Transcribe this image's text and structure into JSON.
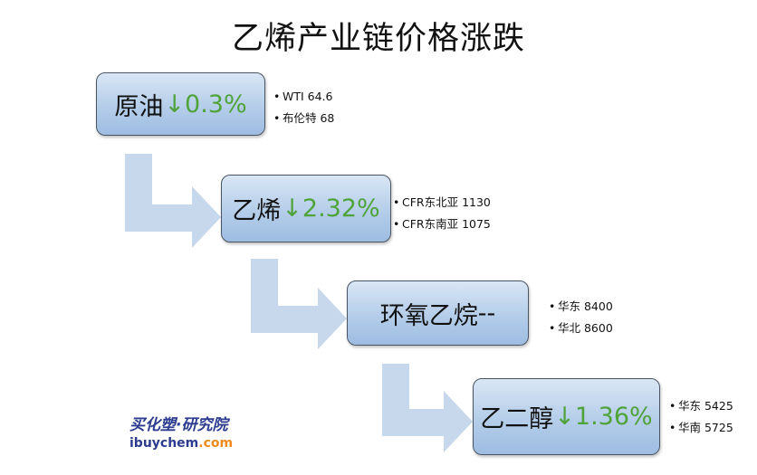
{
  "title": "乙烯产业链价格涨跌",
  "nodes": [
    {
      "name": "原油",
      "change": "↓0.3%",
      "bullets": [
        "WTI 64.6",
        "布伦特 68"
      ]
    },
    {
      "name": "乙烯",
      "change": "↓2.32%",
      "bullets": [
        "CFR东北亚 1130",
        "CFR东南亚 1075"
      ]
    },
    {
      "name": "环氧乙烷",
      "change": " --",
      "bullets": [
        "华东 8400",
        "华北 8600"
      ]
    },
    {
      "name": "乙二醇",
      "change": "↓1.36%",
      "bullets": [
        "华东 5425",
        "华南 5725"
      ]
    }
  ],
  "logo": {
    "cn": "买化塑·研究院",
    "en_part1": "ibuychem",
    "en_part2": ".com"
  },
  "colors": {
    "box_fill": "#b4cde9",
    "arrow": "#c7d7ec",
    "down": "#4fa33a",
    "logo_blue": "#2c3b8f",
    "logo_orange": "#f08a1c"
  }
}
